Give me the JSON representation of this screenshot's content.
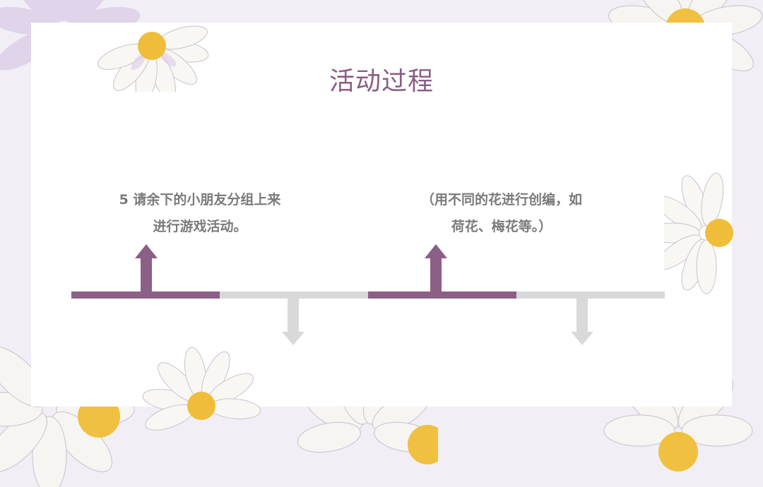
{
  "slide": {
    "title": "活动过程",
    "colors": {
      "accent": "#8c5f86",
      "muted": "#d9d9d9",
      "text": "#7a7a7a",
      "background": "#f1eef5",
      "card": "#ffffff"
    }
  },
  "timeline": {
    "steps": [
      {
        "direction": "up",
        "color": "purple",
        "lines": [
          "5 请余下的小朋友分组上来",
          "进行游戏活动。"
        ]
      },
      {
        "direction": "down",
        "color": "grey",
        "lines": []
      },
      {
        "direction": "up",
        "color": "purple",
        "lines": [
          "（用不同的花进行创编，如",
          "荷花、梅花等。）"
        ]
      },
      {
        "direction": "down",
        "color": "grey",
        "lines": []
      }
    ]
  },
  "decorations": {
    "icons": [
      "daisy-flower-icon"
    ]
  }
}
